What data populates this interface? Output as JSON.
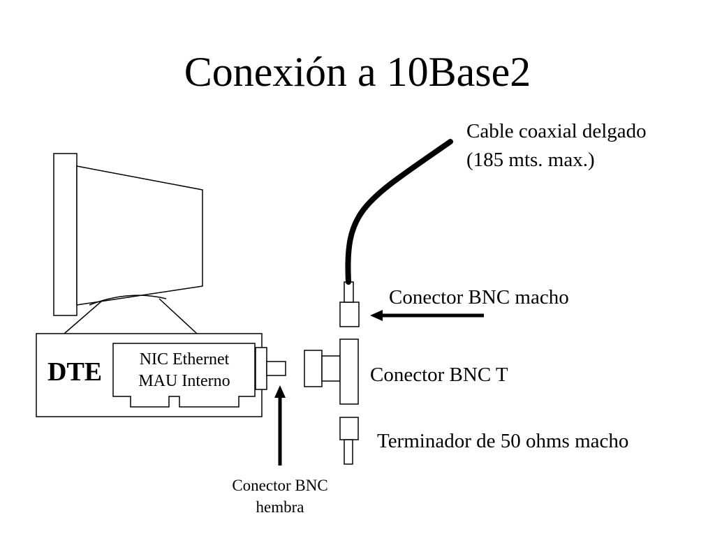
{
  "title": "Conexión a 10Base2",
  "labels": {
    "cable_line1": "Cable coaxial delgado",
    "cable_line2": "(185 mts. max.)",
    "bnc_macho": "Conector BNC macho",
    "bnc_t": "Conector BNC T",
    "terminador": "Terminador de 50 ohms macho",
    "bnc_hembra_line1": "Conector BNC",
    "bnc_hembra_line2": "hembra",
    "dte": "DTE",
    "nic_line1": "NIC Ethernet",
    "nic_line2": "MAU Interno"
  },
  "colors": {
    "stroke": "#000000",
    "background": "#ffffff"
  }
}
